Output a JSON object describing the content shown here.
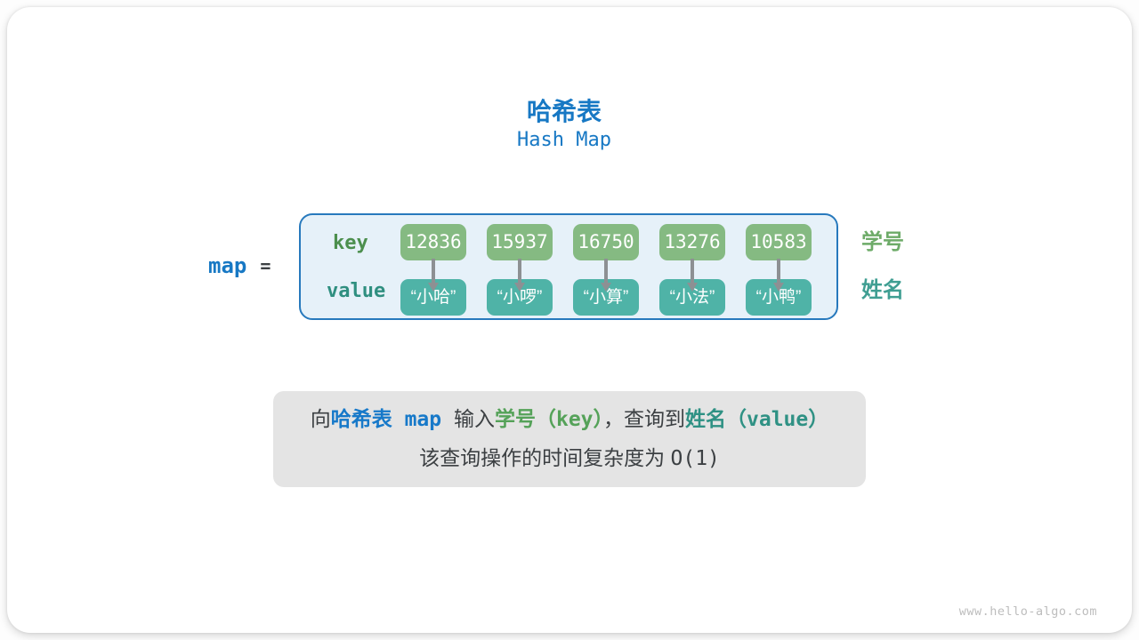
{
  "title": "哈希表",
  "subtitle": "Hash Map",
  "map_expression": {
    "variable": "map",
    "equals": "="
  },
  "diagram": {
    "key_label": "key",
    "value_label": "value",
    "key_caption": "学号",
    "value_caption": "姓名",
    "entries": [
      {
        "key": "12836",
        "value": "“小哈”"
      },
      {
        "key": "15937",
        "value": "“小啰”"
      },
      {
        "key": "16750",
        "value": "“小算”"
      },
      {
        "key": "13276",
        "value": "“小法”"
      },
      {
        "key": "10583",
        "value": "“小鸭”"
      }
    ]
  },
  "note": {
    "line1": [
      {
        "text": "向",
        "style": "plain"
      },
      {
        "text": "哈希表",
        "style": "blue"
      },
      {
        "text": " map ",
        "style": "blue-mono"
      },
      {
        "text": "输入",
        "style": "plain"
      },
      {
        "text": "学号（",
        "style": "green"
      },
      {
        "text": "key",
        "style": "green-mono"
      },
      {
        "text": "）",
        "style": "green"
      },
      {
        "text": "，查询到",
        "style": "plain"
      },
      {
        "text": "姓名（",
        "style": "teal"
      },
      {
        "text": "value",
        "style": "teal-mono"
      },
      {
        "text": "）",
        "style": "teal"
      }
    ],
    "line2_prefix": "该查询操作的时间复杂度为 ",
    "line2_code": "O(1)"
  },
  "watermark": "www.hello-algo.com",
  "colors": {
    "accent-blue": "#1778c4",
    "key-green": "#85ba82",
    "value-teal": "#4fb3a7",
    "label-green": "#4c8f4e",
    "label-teal": "#2f8f80",
    "caption-green": "#6dab68",
    "caption-teal": "#3f9e92",
    "container-bg": "#e6f1f9",
    "container-border": "#2779bd",
    "note-bg": "#e4e4e4",
    "text-dark": "#3c4043",
    "note-blue": "#1779c9",
    "note-green": "#55a259",
    "note-teal": "#2f9184",
    "arrow-gray": "#8d9093",
    "watermark-gray": "#bdbdbd"
  }
}
